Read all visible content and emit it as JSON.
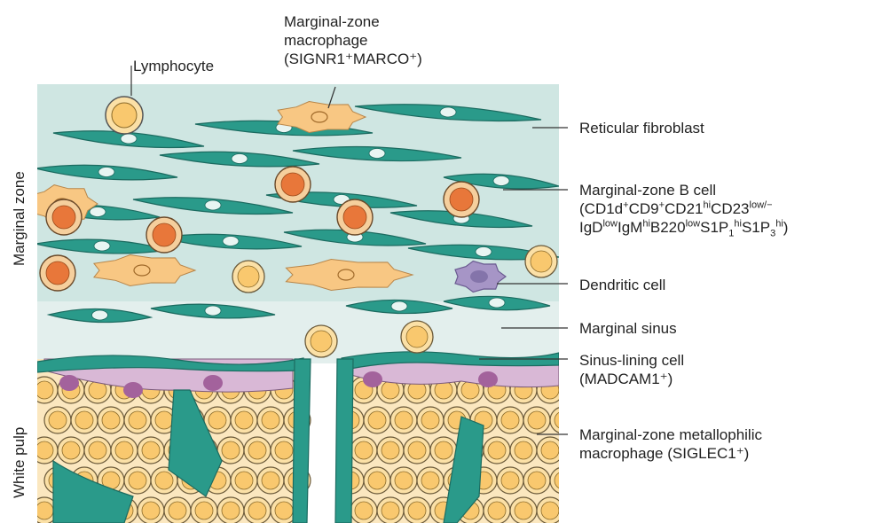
{
  "colors": {
    "mz_background": "#cfe6e2",
    "sinus": "#e3efed",
    "white_pulp": "#fbe7bf",
    "fibroblast": "#2a9a8a",
    "fibroblast_edge": "#1c6b60",
    "lymphocyte_fill": "#fbe0a6",
    "lymphocyte_nucleus": "#f9c86e",
    "b_cell_fill": "#f5cf9d",
    "b_cell_nucleus": "#e8773a",
    "macrophage": "#f8c783",
    "dendritic": "#a695c6",
    "metallophilic": "#d9b8d6",
    "metallophilic_nucleus": "#a3629c",
    "leader_line": "#333333"
  },
  "regions": {
    "marginal_zone": "Marginal zone",
    "white_pulp": "White pulp"
  },
  "labels": {
    "lymphocyte": "Lymphocyte",
    "mz_macrophage": {
      "line1": "Marginal-zone",
      "line2": "macrophage",
      "line3": "(SIGNR1⁺MARCO⁺)"
    },
    "reticular_fibroblast": "Reticular fibroblast",
    "mz_b_cell": {
      "line1": "Marginal-zone B cell",
      "line2_a": "(CD1d",
      "line2_b": "+",
      "line2_c": "CD9",
      "line2_d": "+",
      "line2_e": "CD21",
      "line2_f": "hi",
      "line2_g": "CD23",
      "line2_h": "low/−",
      "line3_a": "IgD",
      "line3_b": "low",
      "line3_c": "IgM",
      "line3_d": "hi",
      "line3_e": "B220",
      "line3_f": "low",
      "line3_g": "S1P",
      "line3_h": "1",
      "line3_i": "hi",
      "line3_j": "S1P",
      "line3_k": "3",
      "line3_l": "hi",
      "line3_m": ")"
    },
    "dendritic_cell": "Dendritic cell",
    "marginal_sinus": "Marginal sinus",
    "sinus_lining_cell": {
      "line1": "Sinus-lining cell",
      "line2": "(MADCAM1⁺)"
    },
    "metallophilic_macrophage": {
      "line1": "Marginal-zone metallophilic",
      "line2": "macrophage (SIGLEC1⁺)"
    }
  }
}
